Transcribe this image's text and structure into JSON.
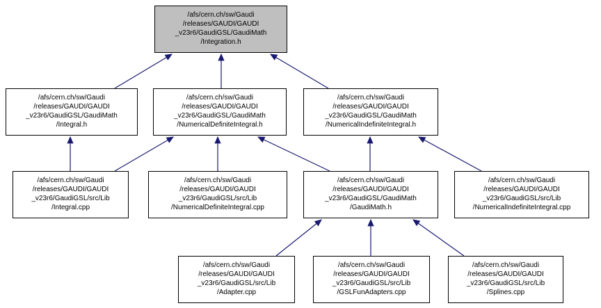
{
  "diagram": {
    "type": "include-dependency-graph",
    "colors": {
      "arrow": "#191970",
      "node_border": "#000000",
      "node_fill": "#ffffff",
      "highlight_fill": "#bfbfbf",
      "text": "#000000"
    },
    "nodes": [
      {
        "id": "integration-h",
        "highlighted": true,
        "text": "/afs/cern.ch/sw/Gaudi\n/releases/GAUDI/GAUDI\n_v23r6/GaudiGSL/GaudiMath\n/Integration.h"
      },
      {
        "id": "integral-h",
        "highlighted": false,
        "text": "/afs/cern.ch/sw/Gaudi\n/releases/GAUDI/GAUDI\n_v23r6/GaudiGSL/GaudiMath\n/Integral.h"
      },
      {
        "id": "numerical-definite-integral-h",
        "highlighted": false,
        "text": "/afs/cern.ch/sw/Gaudi\n/releases/GAUDI/GAUDI\n_v23r6/GaudiGSL/GaudiMath\n/NumericalDefiniteIntegral.h"
      },
      {
        "id": "numerical-indefinite-integral-h",
        "highlighted": false,
        "text": "/afs/cern.ch/sw/Gaudi\n/releases/GAUDI/GAUDI\n_v23r6/GaudiGSL/GaudiMath\n/NumericalIndefiniteIntegral.h"
      },
      {
        "id": "integral-cpp",
        "highlighted": false,
        "text": "/afs/cern.ch/sw/Gaudi\n/releases/GAUDI/GAUDI\n_v23r6/GaudiGSL/src/Lib\n/Integral.cpp"
      },
      {
        "id": "numerical-definite-integral-cpp",
        "highlighted": false,
        "text": "/afs/cern.ch/sw/Gaudi\n/releases/GAUDI/GAUDI\n_v23r6/GaudiGSL/src/Lib\n/NumericalDefiniteIntegral.cpp"
      },
      {
        "id": "gaudimath-h",
        "highlighted": false,
        "text": "/afs/cern.ch/sw/Gaudi\n/releases/GAUDI/GAUDI\n_v23r6/GaudiGSL/GaudiMath\n/GaudiMath.h"
      },
      {
        "id": "numerical-indefinite-integral-cpp",
        "highlighted": false,
        "text": "/afs/cern.ch/sw/Gaudi\n/releases/GAUDI/GAUDI\n_v23r6/GaudiGSL/src/Lib\n/NumericalIndefiniteIntegral.cpp"
      },
      {
        "id": "adapter-cpp",
        "highlighted": false,
        "text": "/afs/cern.ch/sw/Gaudi\n/releases/GAUDI/GAUDI\n_v23r6/GaudiGSL/src/Lib\n/Adapter.cpp"
      },
      {
        "id": "gslfunadapters-cpp",
        "highlighted": false,
        "text": "/afs/cern.ch/sw/Gaudi\n/releases/GAUDI/GAUDI\n_v23r6/GaudiGSL/src/Lib\n/GSLFunAdapters.cpp"
      },
      {
        "id": "splines-cpp",
        "highlighted": false,
        "text": "/afs/cern.ch/sw/Gaudi\n/releases/GAUDI/GAUDI\n_v23r6/GaudiGSL/src/Lib\n/Splines.cpp"
      }
    ],
    "edges": [
      {
        "from": "integral-h",
        "to": "integration-h"
      },
      {
        "from": "numerical-definite-integral-h",
        "to": "integration-h"
      },
      {
        "from": "numerical-indefinite-integral-h",
        "to": "integration-h"
      },
      {
        "from": "integral-cpp",
        "to": "integral-h"
      },
      {
        "from": "integral-cpp",
        "to": "numerical-definite-integral-h"
      },
      {
        "from": "numerical-definite-integral-cpp",
        "to": "numerical-definite-integral-h"
      },
      {
        "from": "gaudimath-h",
        "to": "numerical-definite-integral-h"
      },
      {
        "from": "gaudimath-h",
        "to": "numerical-indefinite-integral-h"
      },
      {
        "from": "numerical-indefinite-integral-cpp",
        "to": "numerical-indefinite-integral-h"
      },
      {
        "from": "adapter-cpp",
        "to": "gaudimath-h"
      },
      {
        "from": "gslfunadapters-cpp",
        "to": "gaudimath-h"
      },
      {
        "from": "splines-cpp",
        "to": "gaudimath-h"
      }
    ]
  }
}
